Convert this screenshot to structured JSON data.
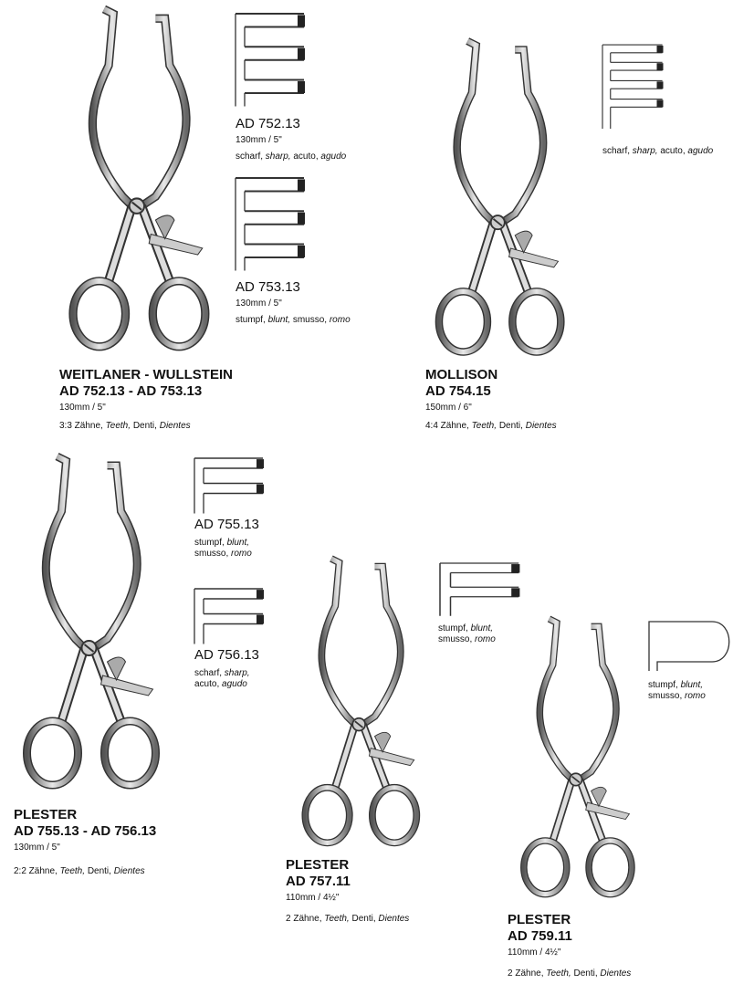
{
  "products": [
    {
      "name": "WEITLANER - WULLSTEIN",
      "code": "AD 752.13 - AD 753.13",
      "size": "130mm / 5\"",
      "teeth": [
        "3:3 Zähne,",
        "Teeth,",
        "Denti,",
        "Dientes"
      ],
      "tips": [
        {
          "code": "AD 752.13",
          "size": "130mm / 5\"",
          "desc": [
            "scharf,",
            "sharp,",
            "acuto,",
            "agudo"
          ]
        },
        {
          "code": "AD 753.13",
          "size": "130mm / 5\"",
          "desc": [
            "stumpf,",
            "blunt,",
            "smusso,",
            "romo"
          ]
        }
      ]
    },
    {
      "name": "MOLLISON",
      "code": "AD 754.15",
      "size": "150mm / 6\"",
      "teeth": [
        "4:4 Zähne,",
        "Teeth,",
        "Denti,",
        "Dientes"
      ],
      "tips": [
        {
          "desc": [
            "scharf,",
            "sharp,",
            "acuto,",
            "agudo"
          ]
        }
      ]
    },
    {
      "name": "PLESTER",
      "code": "AD 755.13 - AD 756.13",
      "size": "130mm / 5\"",
      "teeth": [
        "2:2 Zähne,",
        "Teeth,",
        "Denti,",
        "Dientes"
      ],
      "tips": [
        {
          "code": "AD 755.13",
          "desc": [
            "stumpf,",
            "blunt,",
            "smusso,",
            "romo"
          ]
        },
        {
          "code": "AD 756.13",
          "desc": [
            "scharf,",
            "sharp,",
            "acuto,",
            "agudo"
          ]
        }
      ]
    },
    {
      "name": "PLESTER",
      "code": "AD 757.11",
      "size": "110mm / 4½\"",
      "teeth": [
        "2 Zähne,",
        "Teeth,",
        "Denti,",
        "Dientes"
      ],
      "tips": [
        {
          "desc": [
            "stumpf,",
            "blunt,",
            "smusso,",
            "romo"
          ]
        }
      ]
    },
    {
      "name": "PLESTER",
      "code": "AD 759.11",
      "size": "110mm / 4½\"",
      "teeth": [
        "2 Zähne,",
        "Teeth,",
        "Denti,",
        "Dientes"
      ],
      "tips": [
        {
          "desc": [
            "stumpf,",
            "blunt,",
            "smusso,",
            "romo"
          ]
        }
      ]
    }
  ]
}
